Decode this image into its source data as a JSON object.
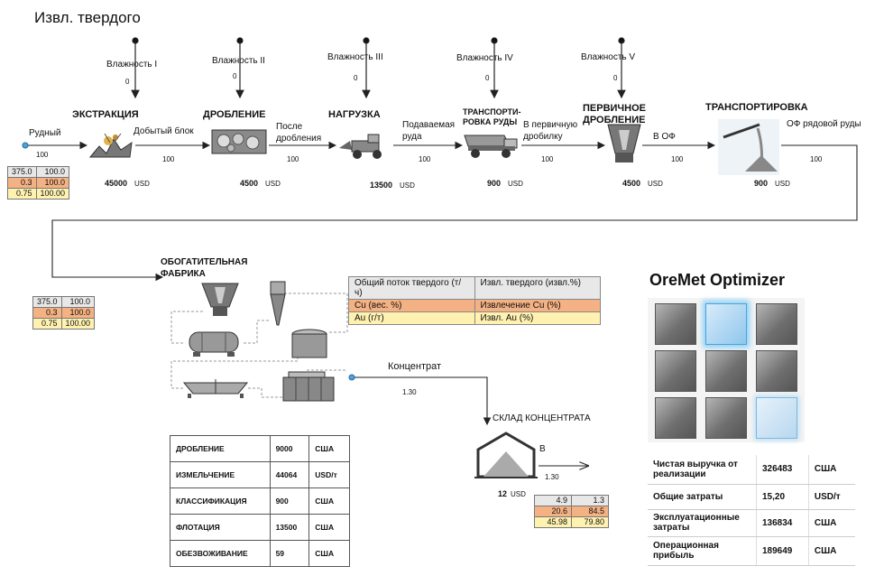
{
  "title": "Извл. твердого",
  "moisture": [
    {
      "label": "Влажность I",
      "value": "0"
    },
    {
      "label": "Влажность II",
      "value": "0"
    },
    {
      "label": "Влажность III",
      "value": "0"
    },
    {
      "label": "Влажность IV",
      "value": "0"
    },
    {
      "label": "Влажность V",
      "value": "0"
    }
  ],
  "steps": [
    {
      "name": "ЭКСТРАКЦИЯ",
      "cost": "45000",
      "unit": "USD"
    },
    {
      "name": "ДРОБЛЕНИЕ",
      "cost": "4500",
      "unit": "USD"
    },
    {
      "name": "НАГРУЗКА",
      "cost": "13500",
      "unit": "USD"
    },
    {
      "name_line1": "ТРАНСПОРТИ-",
      "name_line2": "РОВКА РУДЫ",
      "cost": "900",
      "unit": "USD"
    },
    {
      "name_line1": "ПЕРВИЧНОЕ",
      "name_line2": "ДРОБЛЕНИЕ",
      "cost": "4500",
      "unit": "USD"
    },
    {
      "name": "ТРАНСПОРТИРОВКА",
      "cost": "900",
      "unit": "USD"
    }
  ],
  "streams": [
    {
      "label": "Рудный",
      "value": "100"
    },
    {
      "label": "Добытый блок",
      "value": "100"
    },
    {
      "label_line1": "После",
      "label_line2": "дробления",
      "value": "100"
    },
    {
      "label_line1": "Подаваемая",
      "label_line2": "руда",
      "value": "100"
    },
    {
      "label_line1": "В первичную",
      "label_line2": "дробилку",
      "value": "100"
    },
    {
      "label": "В ОФ",
      "value": "100"
    },
    {
      "label": "ОФ рядовой руды",
      "value": "100"
    }
  ],
  "feed_table": [
    [
      "375.0",
      "100.0"
    ],
    [
      "0.3",
      "100.0"
    ],
    [
      "0.75",
      "100.00"
    ]
  ],
  "plant": {
    "name_line1": "ОБОГАТИТЕЛЬНАЯ",
    "name_line2": "ФАБРИКА"
  },
  "plant_table": [
    [
      "375.0",
      "100.0"
    ],
    [
      "0.3",
      "100.0"
    ],
    [
      "0.75",
      "100.00"
    ]
  ],
  "legend": [
    [
      "Общий поток твердого (т/ч)",
      "Извл. твердого (извл.%)"
    ],
    [
      "Cu (вес. %)",
      "Извлечение Cu (%)"
    ],
    [
      "Au (г/т)",
      "Извл. Au (%)"
    ]
  ],
  "concentrate": {
    "label": "Концентрат",
    "value": "1.30"
  },
  "stockpile": {
    "name": "СКЛАД КОНЦЕНТРАТА",
    "cost": "12",
    "unit": "USD",
    "out_label": "В",
    "out_value": "1.30"
  },
  "stockpile_table": [
    [
      "4.9",
      "1.3"
    ],
    [
      "20.6",
      "84.5"
    ],
    [
      "45.98",
      "79.80"
    ]
  ],
  "cost_table": [
    [
      "ДРОБЛЕНИЕ",
      "9000",
      "США"
    ],
    [
      "ИЗМЕЛЬЧЕНИЕ",
      "44064",
      "USD/т"
    ],
    [
      "КЛАССИФИКАЦИЯ",
      "900",
      "США"
    ],
    [
      "ФЛОТАЦИЯ",
      "13500",
      "США"
    ],
    [
      "ОБЕЗВОЖИВАНИЕ",
      "59",
      "США"
    ]
  ],
  "optimizer": {
    "title": "OreMet Optimizer"
  },
  "profit_table": [
    [
      "Чистая выручка от реализации",
      "326483",
      "США"
    ],
    [
      "Общие затраты",
      "15,20",
      "USD/т"
    ],
    [
      "Эксплуатационные затраты",
      "136834",
      "США"
    ],
    [
      "Операционная прибыль",
      "189649",
      "США"
    ]
  ],
  "colors": {
    "orange_row": "#f4b183",
    "yellow_row": "#fff2b0",
    "gray_row": "#e8e8e8",
    "highlight": "#4aa3df"
  }
}
